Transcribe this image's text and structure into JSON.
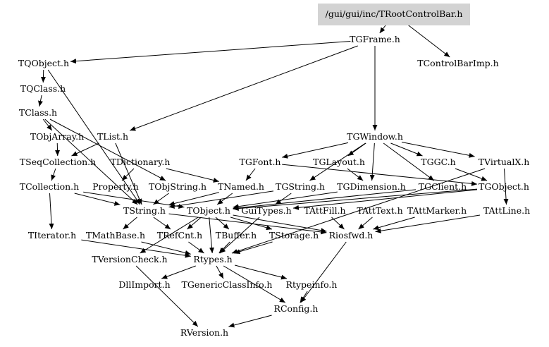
{
  "root": {
    "id": "root",
    "label": "/gui/gui/inc/TRootControlBar.h",
    "fill": "#d3d3d3"
  },
  "nodes": [
    {
      "id": "TGFrame",
      "label": "TGFrame.h"
    },
    {
      "id": "TQObject",
      "label": "TQObject.h"
    },
    {
      "id": "TControlBarImp",
      "label": "TControlBarImp.h"
    },
    {
      "id": "TQClass",
      "label": "TQClass.h"
    },
    {
      "id": "TClass",
      "label": "TClass.h"
    },
    {
      "id": "TObjArray",
      "label": "TObjArray.h"
    },
    {
      "id": "TList",
      "label": "TList.h"
    },
    {
      "id": "TGWindow",
      "label": "TGWindow.h"
    },
    {
      "id": "TSeqCollection",
      "label": "TSeqCollection.h"
    },
    {
      "id": "TDictionary",
      "label": "TDictionary.h"
    },
    {
      "id": "TGFont",
      "label": "TGFont.h"
    },
    {
      "id": "TGLayout",
      "label": "TGLayout.h"
    },
    {
      "id": "TGGC",
      "label": "TGGC.h"
    },
    {
      "id": "TVirtualX",
      "label": "TVirtualX.h"
    },
    {
      "id": "TCollection",
      "label": "TCollection.h"
    },
    {
      "id": "Property",
      "label": "Property.h"
    },
    {
      "id": "TObjString",
      "label": "TObjString.h"
    },
    {
      "id": "TNamed",
      "label": "TNamed.h"
    },
    {
      "id": "TGString",
      "label": "TGString.h"
    },
    {
      "id": "TGDimension",
      "label": "TGDimension.h"
    },
    {
      "id": "TGClient",
      "label": "TGClient.h"
    },
    {
      "id": "TGObject",
      "label": "TGObject.h"
    },
    {
      "id": "TString",
      "label": "TString.h"
    },
    {
      "id": "TObject",
      "label": "TObject.h"
    },
    {
      "id": "GuiTypes",
      "label": "GuiTypes.h"
    },
    {
      "id": "TAttFill",
      "label": "TAttFill.h"
    },
    {
      "id": "TAttText",
      "label": "TAttText.h"
    },
    {
      "id": "TAttMarker",
      "label": "TAttMarker.h"
    },
    {
      "id": "TAttLine",
      "label": "TAttLine.h"
    },
    {
      "id": "TIterator",
      "label": "TIterator.h"
    },
    {
      "id": "TMathBase",
      "label": "TMathBase.h"
    },
    {
      "id": "TRefCnt",
      "label": "TRefCnt.h"
    },
    {
      "id": "TBuffer",
      "label": "TBuffer.h"
    },
    {
      "id": "TStorage",
      "label": "TStorage.h"
    },
    {
      "id": "Riosfwd",
      "label": "Riosfwd.h"
    },
    {
      "id": "TVersionCheck",
      "label": "TVersionCheck.h"
    },
    {
      "id": "Rtypes",
      "label": "Rtypes.h"
    },
    {
      "id": "DllImport",
      "label": "DllImport.h"
    },
    {
      "id": "TGenericClassInfo",
      "label": "TGenericClassInfo.h"
    },
    {
      "id": "Rtypeinfo",
      "label": "Rtypeinfo.h"
    },
    {
      "id": "RConfig",
      "label": "RConfig.h"
    },
    {
      "id": "RVersion",
      "label": "RVersion.h"
    }
  ],
  "edges": [
    [
      "root",
      "TGFrame"
    ],
    [
      "root",
      "TControlBarImp"
    ],
    [
      "TGFrame",
      "TQObject"
    ],
    [
      "TGFrame",
      "TGWindow"
    ],
    [
      "TGFrame",
      "TList"
    ],
    [
      "TQObject",
      "TQClass"
    ],
    [
      "TQObject",
      "TString"
    ],
    [
      "TQClass",
      "TClass"
    ],
    [
      "TClass",
      "TObjArray"
    ],
    [
      "TClass",
      "TObjString"
    ],
    [
      "TClass",
      "TString"
    ],
    [
      "TObjArray",
      "TSeqCollection"
    ],
    [
      "TList",
      "TSeqCollection"
    ],
    [
      "TList",
      "TString"
    ],
    [
      "TSeqCollection",
      "TCollection"
    ],
    [
      "TCollection",
      "TIterator"
    ],
    [
      "TCollection",
      "TObject"
    ],
    [
      "TCollection",
      "TString"
    ],
    [
      "TDictionary",
      "Property"
    ],
    [
      "TDictionary",
      "TNamed"
    ],
    [
      "TObjString",
      "TString"
    ],
    [
      "TGWindow",
      "TGFont"
    ],
    [
      "TGWindow",
      "TGLayout"
    ],
    [
      "TGWindow",
      "TGGC"
    ],
    [
      "TGWindow",
      "TVirtualX"
    ],
    [
      "TGWindow",
      "TGClient"
    ],
    [
      "TGWindow",
      "TGDimension"
    ],
    [
      "TGWindow",
      "TGString"
    ],
    [
      "TGFont",
      "TNamed"
    ],
    [
      "TGFont",
      "TGObject"
    ],
    [
      "TGLayout",
      "TGDimension"
    ],
    [
      "TGGC",
      "TGObject"
    ],
    [
      "TVirtualX",
      "TAttLine"
    ],
    [
      "TVirtualX",
      "Rtypes"
    ],
    [
      "TNamed",
      "TString"
    ],
    [
      "TNamed",
      "TObject"
    ],
    [
      "TGString",
      "TString"
    ],
    [
      "TGString",
      "GuiTypes"
    ],
    [
      "TGDimension",
      "TObject"
    ],
    [
      "TGClient",
      "TObject"
    ],
    [
      "TGObject",
      "TObject"
    ],
    [
      "TGObject",
      "GuiTypes"
    ],
    [
      "TString",
      "TMathBase"
    ],
    [
      "TString",
      "TRefCnt"
    ],
    [
      "TString",
      "Riosfwd"
    ],
    [
      "TObject",
      "TRefCnt"
    ],
    [
      "TObject",
      "TBuffer"
    ],
    [
      "TObject",
      "TStorage"
    ],
    [
      "TObject",
      "Riosfwd"
    ],
    [
      "TObject",
      "TVersionCheck"
    ],
    [
      "TObject",
      "Rtypes"
    ],
    [
      "GuiTypes",
      "Rtypes"
    ],
    [
      "TAttFill",
      "Riosfwd"
    ],
    [
      "TAttText",
      "Riosfwd"
    ],
    [
      "TAttMarker",
      "Riosfwd"
    ],
    [
      "TAttLine",
      "Riosfwd"
    ],
    [
      "TIterator",
      "Rtypes"
    ],
    [
      "TMathBase",
      "Rtypes"
    ],
    [
      "TRefCnt",
      "Rtypes"
    ],
    [
      "TBuffer",
      "Rtypes"
    ],
    [
      "TStorage",
      "Rtypes"
    ],
    [
      "Riosfwd",
      "RConfig"
    ],
    [
      "TVersionCheck",
      "RVersion"
    ],
    [
      "Rtypes",
      "DllImport"
    ],
    [
      "Rtypes",
      "TGenericClassInfo"
    ],
    [
      "Rtypes",
      "Rtypeinfo"
    ],
    [
      "Rtypes",
      "RConfig"
    ],
    [
      "Rtypeinfo",
      "RConfig"
    ],
    [
      "RConfig",
      "RVersion"
    ]
  ]
}
